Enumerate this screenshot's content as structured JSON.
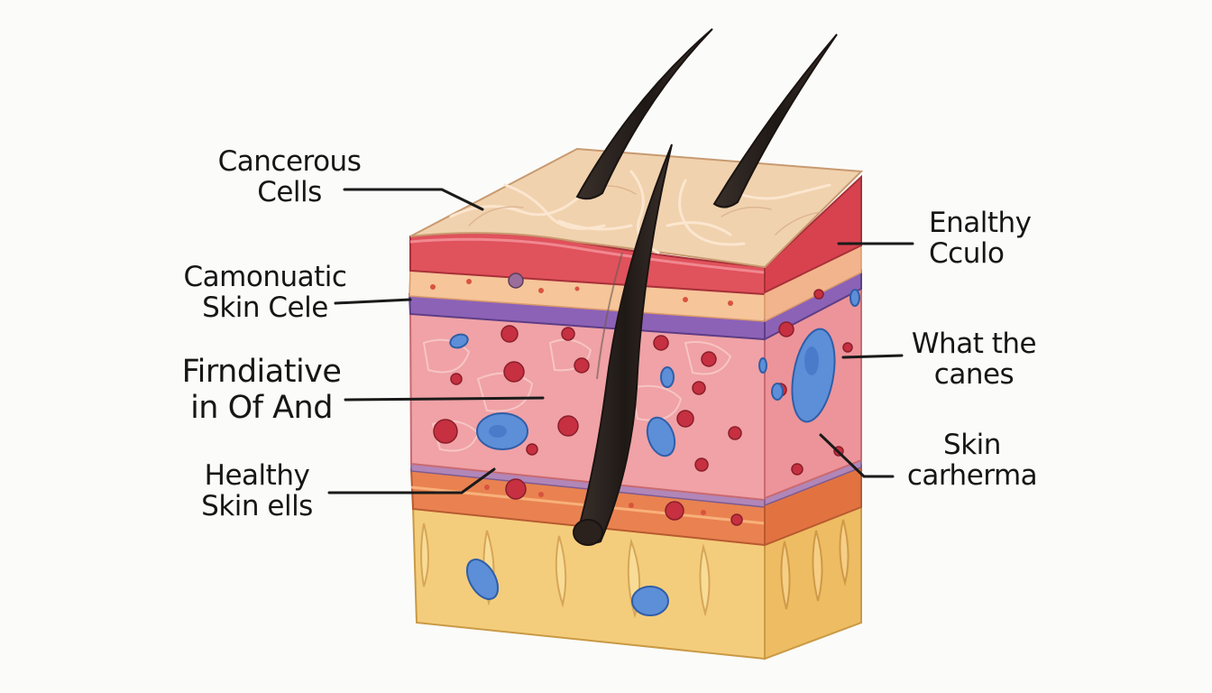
{
  "labels": {
    "cancerous_cells": {
      "line1": "Cancerous",
      "line2": "Cells"
    },
    "camonuatic": {
      "line1": "Camonuatic",
      "line2": "Skin Cele"
    },
    "firndiative": {
      "line1": "Firndiative",
      "line2": "in Of And"
    },
    "healthy_skin": {
      "line1": "Healthy",
      "line2": "Skin ells"
    },
    "enalthy": {
      "line1": "Enalthy",
      "line2": "Cculo"
    },
    "what_the": {
      "line1": "What the",
      "line2": "canes"
    },
    "skin_carherma": {
      "line1": "Skin",
      "line2": "carherma"
    }
  },
  "colors": {
    "background": "#fbfbfa",
    "epidermis_top": "#f1d2ae",
    "red_band": "#e0525c",
    "purple_band": "#8c62b7",
    "dermis": "#f0a2a6",
    "orange_band": "#e98250",
    "fat_layer": "#f4cd7c",
    "hair": "#2e2622",
    "blue_cell": "#5c8fd8",
    "red_cell": "#c63040"
  }
}
